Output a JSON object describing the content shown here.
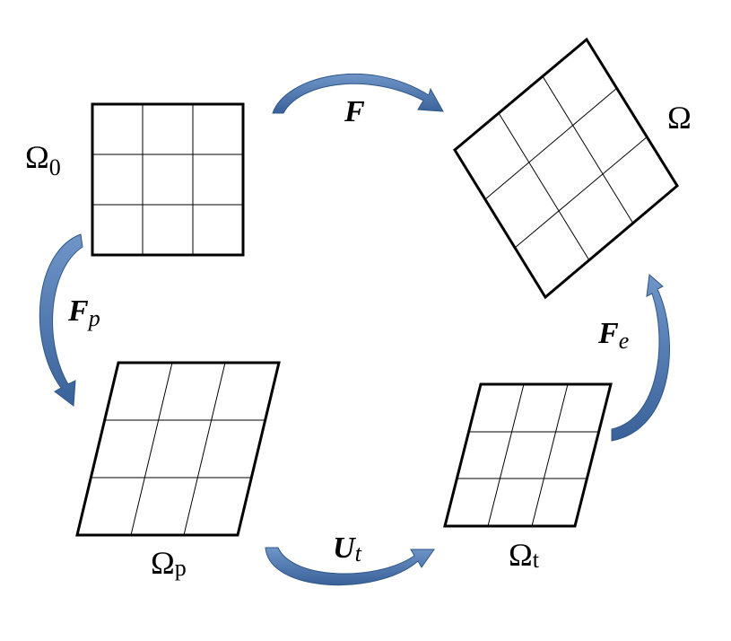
{
  "config": {
    "labels": {
      "omega_0": {
        "base": "Ω",
        "sub": "0"
      },
      "omega": {
        "base": "Ω"
      },
      "omega_p": {
        "base": "Ω",
        "sub": "p"
      },
      "omega_t": {
        "base": "Ω",
        "sub": "t"
      }
    },
    "arrows": {
      "F": {
        "base": "F"
      },
      "Fp": {
        "base": "F",
        "sub": "p"
      },
      "Fe": {
        "base": "F",
        "sub": "e"
      },
      "Ut": {
        "base": "U",
        "sub": "t"
      }
    },
    "colors": {
      "arrow_fill": "#4a74ad",
      "arrow_edge": "#2f5687",
      "line": "#000000"
    }
  }
}
